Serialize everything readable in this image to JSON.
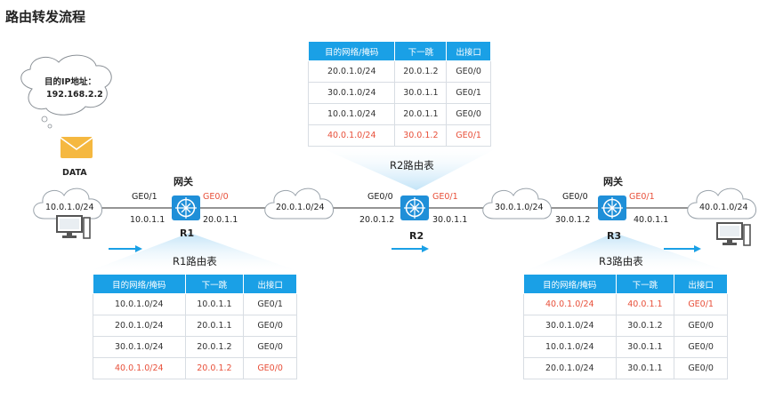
{
  "title": "路由转发流程",
  "packet": {
    "bubble_line1": "目的IP地址：",
    "bubble_line2": "192.168.2.2",
    "data_label": "DATA"
  },
  "networks": {
    "n1": "10.0.1.0/24",
    "n2": "20.0.1.0/24",
    "n3": "30.0.1.0/24",
    "n4": "40.0.1.0/24"
  },
  "routers": {
    "r1": {
      "name": "R1",
      "gateway": "网关",
      "left_if": "GE0/1",
      "right_if": "GE0/0",
      "left_ip": "10.0.1.1",
      "right_ip": "20.0.1.1"
    },
    "r2": {
      "name": "R2",
      "left_if": "GE0/0",
      "right_if": "GE0/1",
      "left_ip": "20.0.1.2",
      "right_ip": "30.0.1.1"
    },
    "r3": {
      "name": "R3",
      "gateway": "网关",
      "left_if": "GE0/0",
      "right_if": "GE0/1",
      "left_ip": "30.0.1.2",
      "right_ip": "40.0.1.1"
    }
  },
  "headers": [
    "目的网络/掩码",
    "下一跳",
    "出接口"
  ],
  "tables": {
    "r1": {
      "caption": "R1路由表",
      "rows": [
        {
          "dest": "10.0.1.0/24",
          "next": "10.0.1.1",
          "iface": "GE0/1"
        },
        {
          "dest": "20.0.1.0/24",
          "next": "20.0.1.1",
          "iface": "GE0/0"
        },
        {
          "dest": "30.0.1.0/24",
          "next": "20.0.1.2",
          "iface": "GE0/0"
        },
        {
          "dest": "40.0.1.0/24",
          "next": "20.0.1.2",
          "iface": "GE0/0"
        }
      ]
    },
    "r2": {
      "caption": "R2路由表",
      "rows": [
        {
          "dest": "20.0.1.0/24",
          "next": "20.0.1.2",
          "iface": "GE0/0"
        },
        {
          "dest": "30.0.1.0/24",
          "next": "30.0.1.1",
          "iface": "GE0/1"
        },
        {
          "dest": "10.0.1.0/24",
          "next": "20.0.1.1",
          "iface": "GE0/0"
        },
        {
          "dest": "40.0.1.0/24",
          "next": "30.0.1.2",
          "iface": "GE0/1"
        }
      ]
    },
    "r3": {
      "caption": "R3路由表",
      "rows": [
        {
          "dest": "40.0.1.0/24",
          "next": "40.0.1.1",
          "iface": "GE0/1"
        },
        {
          "dest": "30.0.1.0/24",
          "next": "30.0.1.2",
          "iface": "GE0/0"
        },
        {
          "dest": "10.0.1.0/24",
          "next": "30.0.1.1",
          "iface": "GE0/0"
        },
        {
          "dest": "20.0.1.0/24",
          "next": "30.0.1.1",
          "iface": "GE0/0"
        }
      ]
    }
  },
  "colors": {
    "accent": "#1aa0e6",
    "highlight": "#e8503a",
    "router": "#1f8fd8",
    "funnel": "#cfe9fa",
    "link": "#555555"
  }
}
